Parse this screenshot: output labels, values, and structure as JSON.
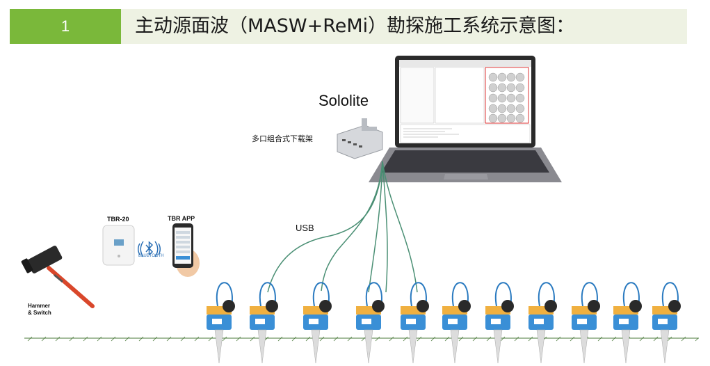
{
  "header": {
    "number": "1",
    "title": "主动源面波（MASW+ReMi）勘探施工系统示意图："
  },
  "labels": {
    "software": "Sololite",
    "download_rack": "多口组合式下载架",
    "usb": "USB",
    "tbr20": "TBR-20",
    "tbr_app": "TBR APP",
    "bluetooth": "BLUETOOTH",
    "hammer_switch_line1": "Hammer",
    "hammer_switch_line2": "& Switch"
  },
  "colors": {
    "header_green": "#7ab83a",
    "header_bg": "#eef2e3",
    "cable": "#4a8f74",
    "sensor_blue": "#3a8fd6",
    "sensor_orange": "#e8a030",
    "hammer_handle": "#d9472b"
  },
  "sensor_count": 11
}
